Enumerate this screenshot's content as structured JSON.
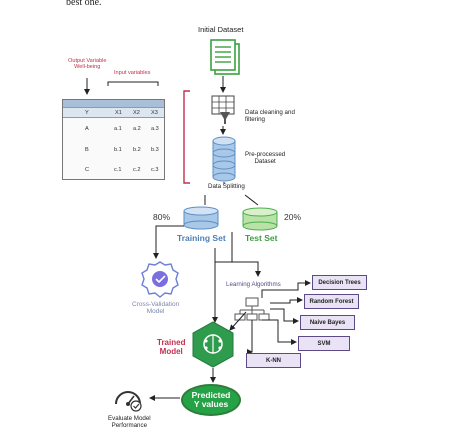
{
  "header_text": "best one.",
  "initial_dataset": "Initial Dataset",
  "output_variable": "Output Variable\nWell-being",
  "input_variables": "Input variables",
  "table": {
    "columns": [
      "Y",
      "X1",
      "X2",
      "X3"
    ],
    "rows": [
      [
        "A",
        "a.1",
        "a.2",
        "a.3"
      ],
      [
        "B",
        "b.1",
        "b.2",
        "b.3"
      ],
      [
        "C",
        "c.1",
        "c.2",
        "c.3"
      ]
    ]
  },
  "data_cleaning": "Data cleaning and\nfiltering",
  "preprocessed": "Pre-processed\nDataset",
  "data_splitting": "Data Splitting",
  "training_pct": "80%",
  "testing_pct": "20%",
  "training_set": "Training Set",
  "test_set": "Test Set",
  "cross_validation": "Cross-Validation\nModel",
  "learning_algorithms": "Learning Algorithms",
  "algorithms": [
    "Decision Trees",
    "Random Forest",
    "Naive Bayes",
    "SVM",
    "K-NN"
  ],
  "trained_model": "Trained\nModel",
  "predicted": "Predicted\nY values",
  "evaluate": "Evaluate Model\nPerformance",
  "colors": {
    "document_green": "#3aa13f",
    "training_blue": "#5b8fc7",
    "test_green": "#4caf50",
    "algo_purple": "#5b4a86",
    "red_text": "#c0304e",
    "bracket_red": "#c0304e"
  }
}
